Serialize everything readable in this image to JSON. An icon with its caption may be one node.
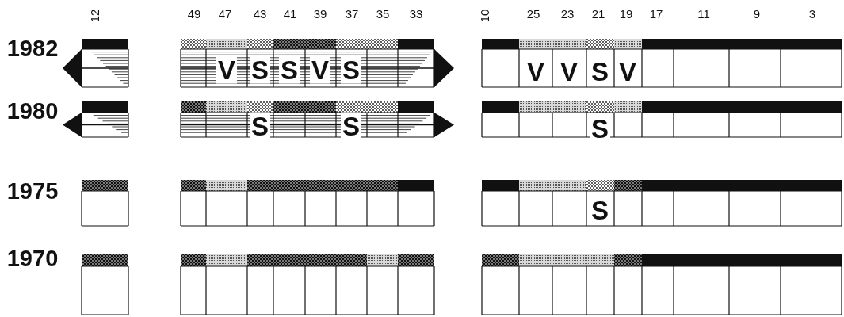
{
  "diagram": {
    "labels": [
      "12",
      "49",
      "47",
      "43",
      "41",
      "39",
      "37",
      "35",
      "33",
      "10",
      "25",
      "23",
      "21",
      "19",
      "17",
      "11",
      "9",
      "3",
      "1982",
      "V",
      "S",
      "S",
      "V",
      "S",
      "V",
      "V",
      "S",
      "V",
      "1980",
      "S",
      "S",
      "S",
      "1975",
      "S",
      "1970"
    ]
  }
}
